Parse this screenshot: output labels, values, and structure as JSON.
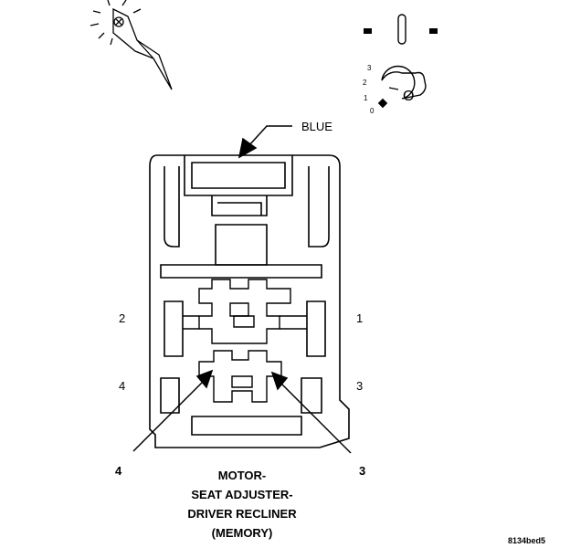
{
  "connector_color_label": "BLUE",
  "cavity_labels": {
    "c1": "1",
    "c2": "2",
    "c3": "3",
    "c4": "4"
  },
  "pointer_labels": {
    "p4": "4",
    "p3": "3"
  },
  "key_positions": [
    "3",
    "2",
    "1",
    "0"
  ],
  "key_letter": "O",
  "caption": {
    "line1": "MOTOR-",
    "line2": "SEAT ADJUSTER-",
    "line3": "DRIVER RECLINER",
    "line4": "(MEMORY)"
  },
  "figure_id": "8134bed5",
  "icons": [
    "probe-light-icon",
    "ignition-switch-icon",
    "ignition-key-icon"
  ]
}
